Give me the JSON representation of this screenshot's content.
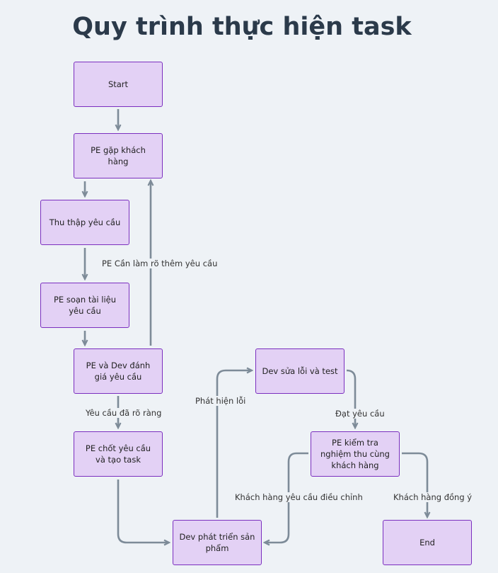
{
  "title": "Quy trình thực hiện task",
  "nodes": {
    "start": "Start",
    "meet": "PE gặp khách hàng",
    "collect": "Thu thập yêu cầu",
    "draft": "PE soạn tài liệu yêu cầu",
    "evaluate": "PE và Dev đánh giá yêu cầu",
    "finalize": "PE chốt yêu cầu và tạo task",
    "develop": "Dev phát triển sản phẩm",
    "fix": "Dev sửa lỗi và test",
    "acceptance": "PE kiểm tra nghiệm thu cùng khách hàng",
    "end": "End"
  },
  "edge_labels": {
    "clarify": "PE Cần làm rõ thêm yêu cầu",
    "clear": "Yêu cầu đã rõ ràng",
    "bug_found": "Phát hiện lỗi",
    "passed": "Đạt yêu cầu",
    "customer_adjust": "Khách hàng yêu cầu điều chỉnh",
    "customer_agree": "Khách hàng đồng ý"
  }
}
